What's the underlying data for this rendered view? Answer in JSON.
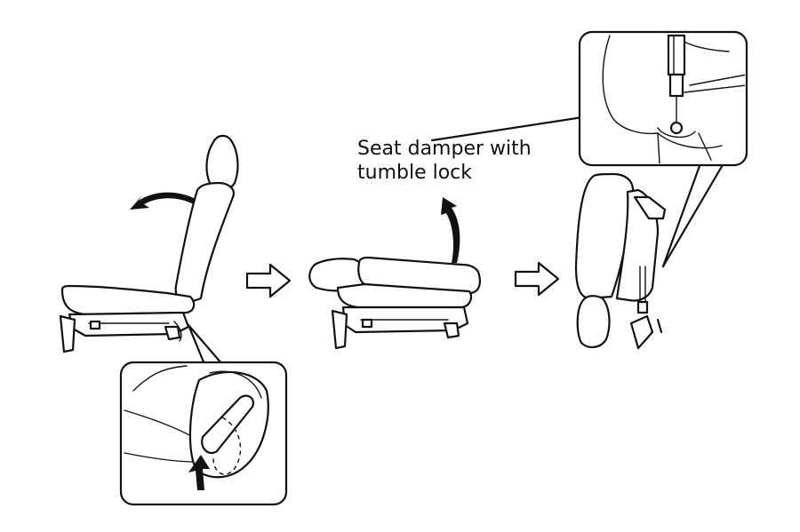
{
  "callout": {
    "line1": "Seat damper with",
    "line2": "tumble lock"
  },
  "icons": {
    "step_arrow": "hollow-right-arrow",
    "rotate_arrow": "curved-black-arrow",
    "lever_arrow": "upward-black-arrow"
  },
  "colors": {
    "ink": "#111111",
    "paper": "#ffffff"
  }
}
